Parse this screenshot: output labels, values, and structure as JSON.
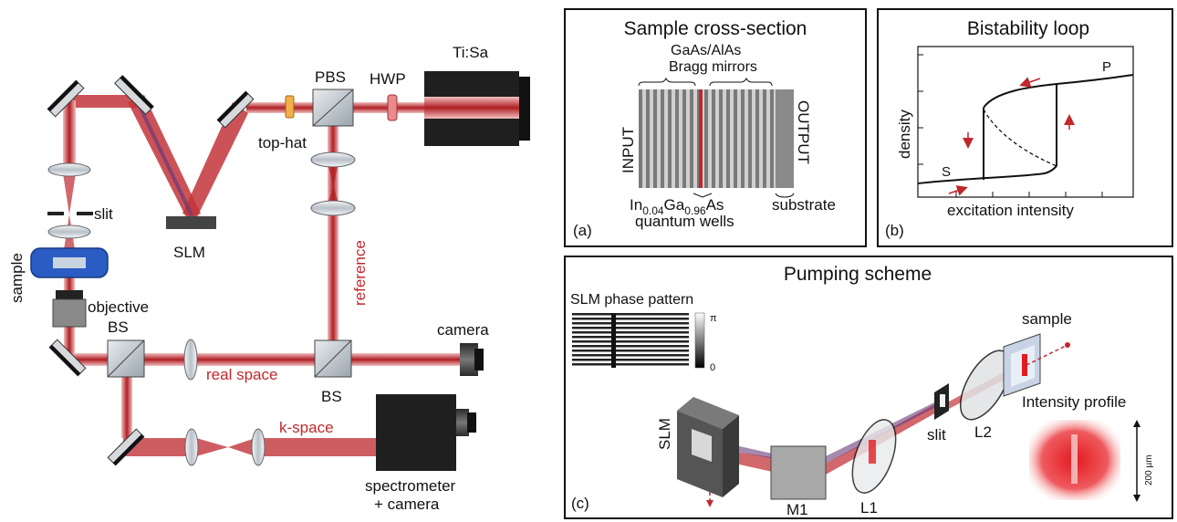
{
  "setup": {
    "labels": {
      "tisa": "Ti:Sa",
      "pbs": "PBS",
      "hwp": "HWP",
      "tophat": "top-hat",
      "slit": "slit",
      "sample": "sample",
      "slm": "SLM",
      "objective": "objective",
      "bs_left": "BS",
      "bs_right": "BS",
      "reference": "reference",
      "camera": "camera",
      "real_space": "real space",
      "k_space": "k-space",
      "spectrometer_line1": "spectrometer",
      "spectrometer_line2": "+ camera"
    }
  },
  "panel_a": {
    "title": "Sample cross-section",
    "bragg_line1": "GaAs/AlAs",
    "bragg_line2": "Bragg mirrors",
    "input": "INPUT",
    "output": "OUTPUT",
    "qw_in": "In",
    "qw_in_sub": "0.04",
    "qw_ga": "Ga",
    "qw_ga_sub": "0.96",
    "qw_as": "As",
    "qw_line2": "quantum wells",
    "substrate": "substrate",
    "panel_label": "(a)"
  },
  "panel_b": {
    "title": "Bistability loop",
    "ylabel": "density",
    "xlabel": "excitation intensity",
    "branch_p": "P",
    "branch_s": "S",
    "panel_label": "(b)"
  },
  "panel_c": {
    "title": "Pumping scheme",
    "slm_pattern_title": "SLM phase pattern",
    "colorbar_top": "π",
    "colorbar_bottom": "0",
    "slm": "SLM",
    "m1": "M1",
    "l1": "L1",
    "slit": "slit",
    "l2": "L2",
    "sample": "sample",
    "intensity_profile": "Intensity profile",
    "scale": "200 µm",
    "panel_label": "(c)"
  },
  "colors": {
    "beam": "#c0282d",
    "beam_light": "#e8a0a0",
    "purple": "#6a3a78",
    "sample_blue": "#2a5cc4"
  }
}
